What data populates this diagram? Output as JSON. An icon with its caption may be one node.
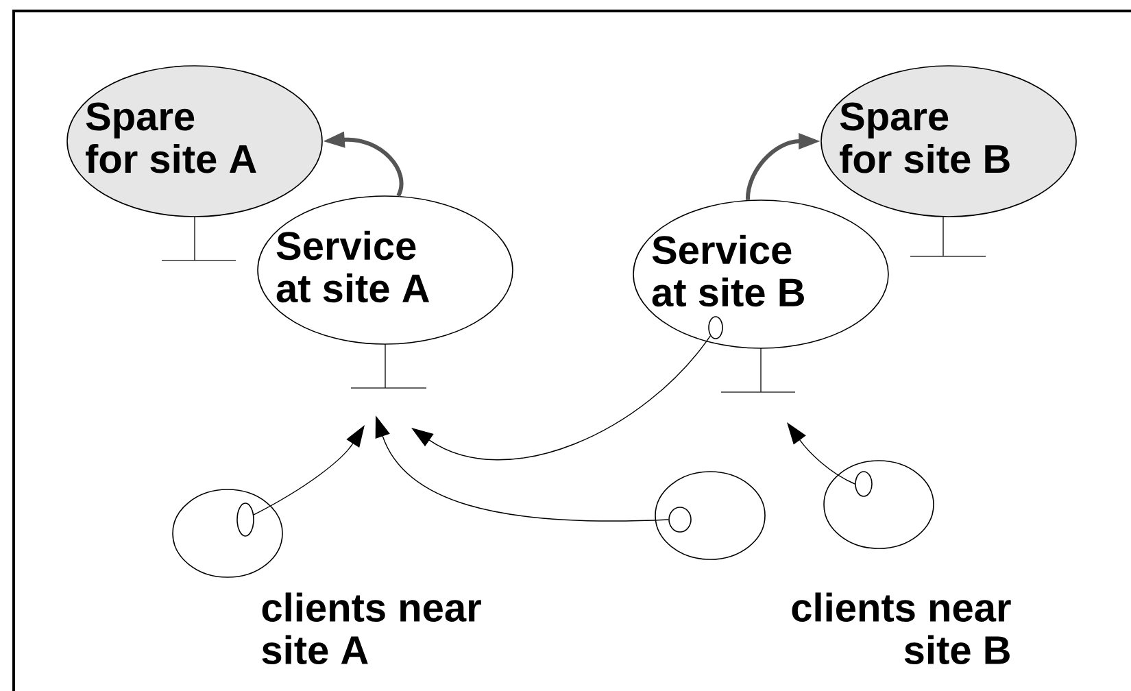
{
  "diagram": {
    "nodes": [
      {
        "text": [
          "Spare for site A"
        ]
      },
      {
        "text": [
          "Service at site A"
        ]
      },
      {
        "text": [
          "Service at site B"
        ]
      },
      {
        "text": [
          "Spare for site B"
        ]
      },
      {
        "text": [],
        "shape": "circle"
      },
      {
        "text": [],
        "shape": "circle",
        "in": 4
      },
      {
        "text": [],
        "shape": "circle"
      },
      {
        "text": [],
        "shape": "circle",
        "in": 6
      },
      {
        "text": [],
        "shape": "circle"
      },
      {
        "text": [],
        "shape": "circle",
        "in": 8
      },
      {
        "text": [],
        "shape": "circle",
        "in": 2
      }
    ],
    "edges": [
      {
        "from": 1,
        "to": 0,
        "arrow": "to",
        "style": "thick",
        "color": "#555555"
      },
      {
        "from": 2,
        "to": 3,
        "arrow": "to",
        "style": "thick",
        "color": "#555555"
      },
      {
        "from": 5,
        "to": null,
        "arrow": "to"
      },
      {
        "from": 7,
        "to": null,
        "arrow": "to"
      },
      {
        "from": 10,
        "to": null,
        "arrow": "to"
      },
      {
        "from": 9,
        "to": null,
        "arrow": "to"
      }
    ],
    "labels": [
      "clients near site A",
      "clients near site B"
    ]
  }
}
